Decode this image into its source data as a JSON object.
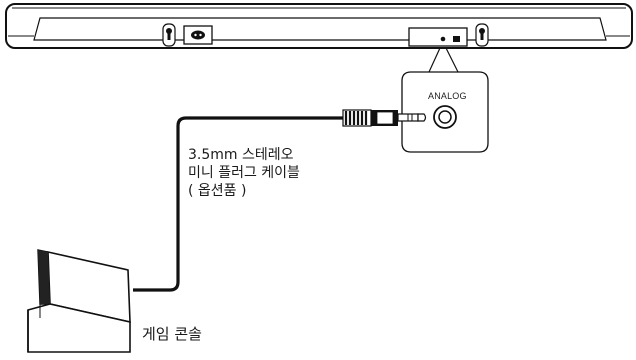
{
  "port_label": "ANALOG",
  "cable_label": [
    "3.5mm 스테레오",
    "미니 플러그 케이블",
    "( 옵션품 )"
  ],
  "console_label": "게임 콘솔"
}
